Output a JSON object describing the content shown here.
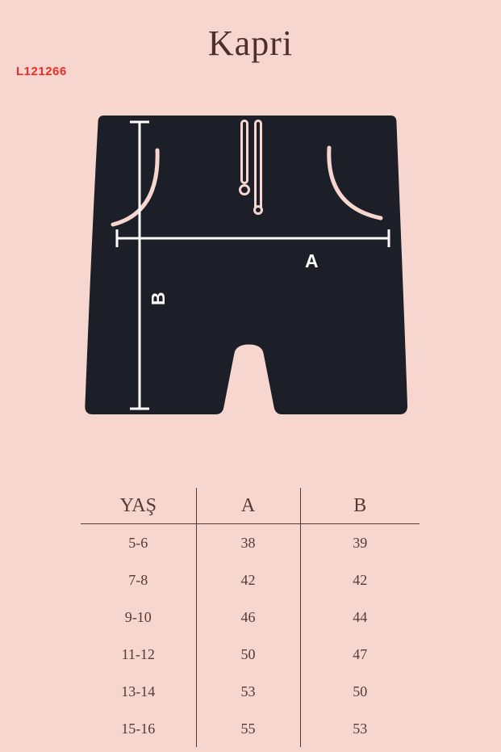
{
  "product_code": "L121266",
  "title": "Kapri",
  "diagram": {
    "label_a": "A",
    "label_b": "B"
  },
  "chart_data": {
    "type": "table",
    "title": "Kapri",
    "columns": [
      "YAŞ",
      "A",
      "B"
    ],
    "rows": [
      [
        "5-6",
        "38",
        "39"
      ],
      [
        "7-8",
        "42",
        "42"
      ],
      [
        "9-10",
        "46",
        "44"
      ],
      [
        "11-12",
        "50",
        "47"
      ],
      [
        "13-14",
        "53",
        "50"
      ],
      [
        "15-16",
        "55",
        "53"
      ]
    ]
  },
  "colors": {
    "background": "#f7d6d0",
    "text": "#53302e",
    "code_red": "#ee2b24",
    "shorts": "#1c1f27",
    "measure_lines": "#ffffff"
  }
}
